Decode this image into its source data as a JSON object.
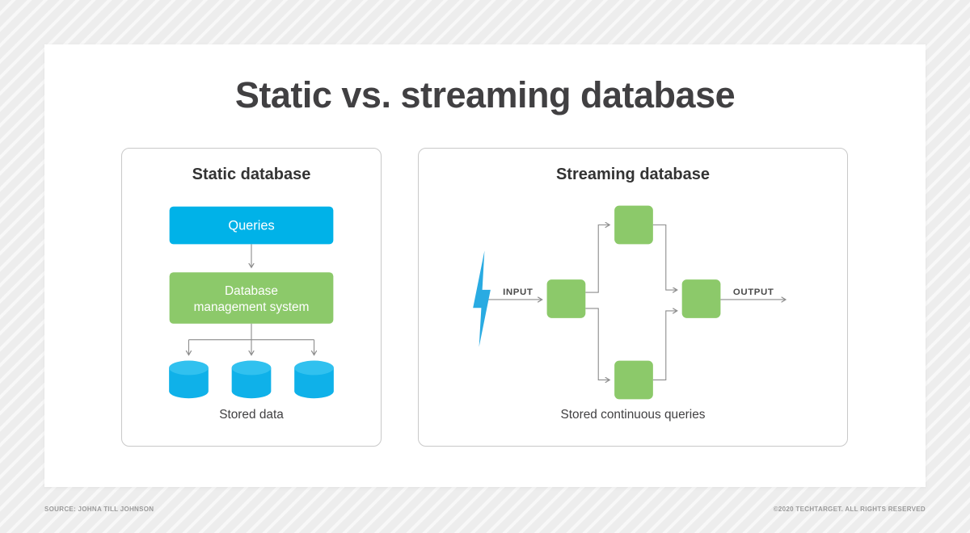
{
  "title": "Static vs. streaming database",
  "static_panel": {
    "title": "Static database",
    "queries_box": "Queries",
    "dbms_line1": "Database",
    "dbms_line2": "management system",
    "caption": "Stored data"
  },
  "streaming_panel": {
    "title": "Streaming database",
    "input_label": "INPUT",
    "output_label": "OUTPUT",
    "caption": "Stored continuous queries"
  },
  "footer": {
    "source": "SOURCE: JOHNA TILL JOHNSON",
    "copyright": "©2020 TECHTARGET. ALL RIGHTS RESERVED"
  },
  "icons": {
    "input_source": "lightning-bolt-icon",
    "storage": "database-cylinder-icon"
  },
  "colors": {
    "accent_blue": "#00b2e8",
    "cylinder_blue": "#0fb1e9",
    "cylinder_top_blue": "#31c1ef",
    "accent_green": "#8cc96a",
    "bolt_blue": "#29abe2",
    "connector_gray": "#8c8c8c",
    "title_gray": "#414042"
  }
}
